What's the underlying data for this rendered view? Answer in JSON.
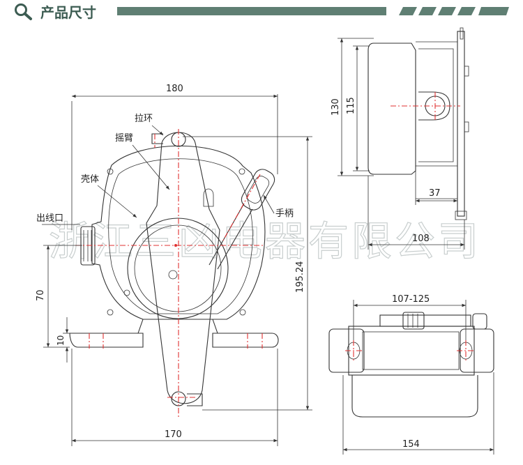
{
  "header": {
    "title": "产品尺寸",
    "bar_color": "#5f7f73",
    "icon": "search-icon"
  },
  "watermark": "浙江三凶电器有限公司",
  "front_view": {
    "labels": {
      "pull_ring": "拉环",
      "rocker_arm": "摇臂",
      "housing": "壳体",
      "outlet": "出线口",
      "handle": "手柄"
    },
    "dims": {
      "top_width": "180",
      "bottom_width": "170",
      "height": "195.24",
      "outlet_height": "70",
      "foot_height": "10"
    }
  },
  "side_view": {
    "dims": {
      "height_outer": "130",
      "height_inner": "115",
      "offset": "37",
      "depth": "108"
    }
  },
  "top_view": {
    "dims": {
      "adjust_range": "107-125",
      "width": "154"
    }
  },
  "colors": {
    "centerline": "#e03030",
    "outline": "#333333"
  }
}
